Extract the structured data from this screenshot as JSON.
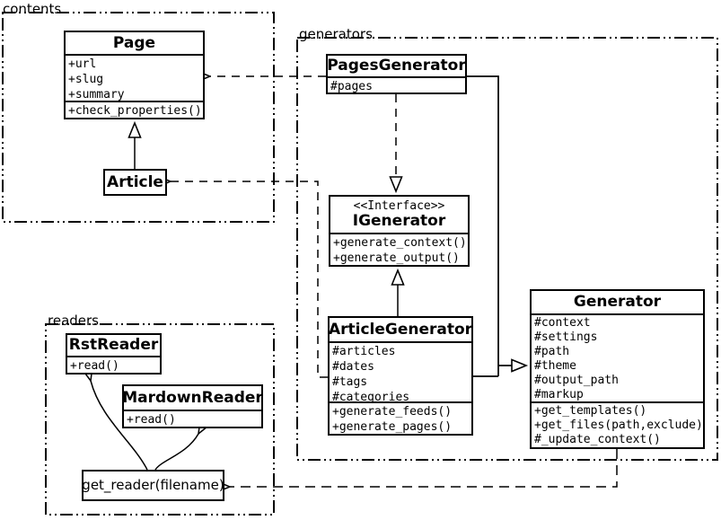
{
  "diagram": {
    "kind": "uml-class-diagram"
  },
  "colors": {
    "line": "#000000",
    "background": "#ffffff"
  },
  "packages": {
    "contents": {
      "label": "contents"
    },
    "generators": {
      "label": "generators"
    },
    "readers": {
      "label": "readers"
    }
  },
  "classes": {
    "page": {
      "title": "Page",
      "attributes": [
        "+url",
        "+slug",
        "+summary"
      ],
      "methods": [
        "+check_properties()"
      ]
    },
    "article": {
      "title": "Article"
    },
    "pages_generator": {
      "title": "PagesGenerator",
      "attributes": [
        "#pages"
      ]
    },
    "igenerator": {
      "stereotype": "<<Interface>>",
      "title": "IGenerator",
      "methods": [
        "+generate_context()",
        "+generate_output()"
      ]
    },
    "article_generator": {
      "title": "ArticleGenerator",
      "attributes": [
        "#articles",
        "#dates",
        "#tags",
        "#categories"
      ],
      "methods": [
        "+generate_feeds()",
        "+generate_pages()"
      ]
    },
    "generator": {
      "title": "Generator",
      "attributes": [
        "#context",
        "#settings",
        "#path",
        "#theme",
        "#output_path",
        "#markup"
      ],
      "methods": [
        "+get_templates()",
        "+get_files(path,exclude)",
        "#_update_context()"
      ]
    },
    "rst_reader": {
      "title": "RstReader",
      "methods": [
        "+read()"
      ]
    },
    "mardown_reader": {
      "title": "MardownReader",
      "methods": [
        "+read()"
      ]
    },
    "get_reader": {
      "title": "get_reader(filename)"
    }
  },
  "relationships": [
    {
      "from": "Article",
      "to": "Page",
      "type": "inheritance"
    },
    {
      "from": "PagesGenerator",
      "to": "Page",
      "type": "dependency-dashed"
    },
    {
      "from": "ArticleGenerator",
      "to": "Article",
      "type": "dependency-dashed"
    },
    {
      "from": "PagesGenerator",
      "to": "IGenerator",
      "type": "realization-dashed"
    },
    {
      "from": "ArticleGenerator",
      "to": "IGenerator",
      "type": "inheritance"
    },
    {
      "from": "PagesGenerator",
      "to": "Generator",
      "type": "inheritance"
    },
    {
      "from": "ArticleGenerator",
      "to": "Generator",
      "type": "inheritance"
    },
    {
      "from": "Generator",
      "to": "get_reader(filename)",
      "type": "dependency-dashed"
    },
    {
      "from": "get_reader(filename)",
      "to": "RstReader",
      "type": "call-curved"
    },
    {
      "from": "get_reader(filename)",
      "to": "MardownReader",
      "type": "call-curved"
    }
  ]
}
